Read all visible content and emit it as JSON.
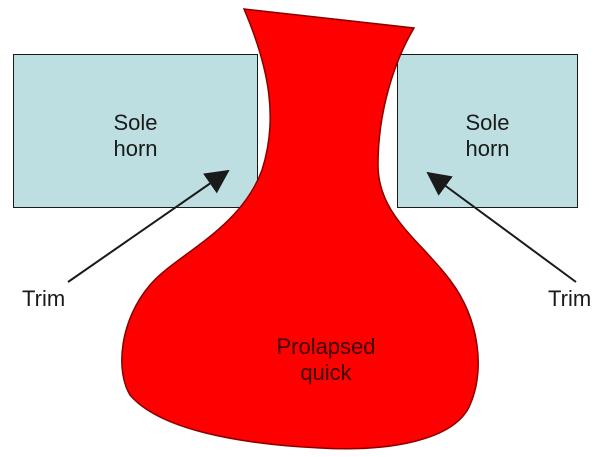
{
  "diagram": {
    "left_box": {
      "line1": "Sole",
      "line2": "horn"
    },
    "right_box": {
      "line1": "Sole",
      "line2": "horn"
    },
    "left_annotation": "Trim",
    "right_annotation": "Trim",
    "quick": {
      "line1": "Prolapsed",
      "line2": "quick"
    }
  },
  "colors": {
    "box_fill": "#bddfe1",
    "quick_fill": "#ff0000",
    "outline": "#1a1a1a"
  }
}
